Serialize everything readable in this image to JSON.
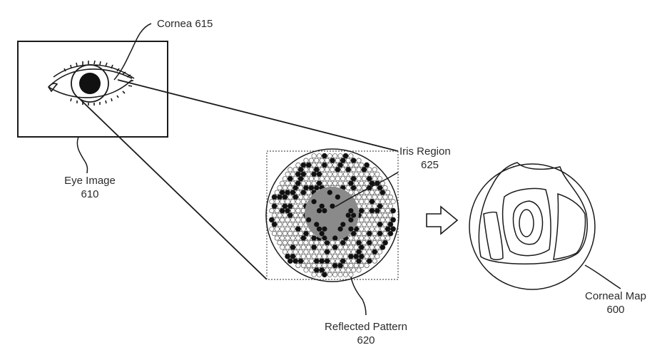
{
  "figure": {
    "labels": {
      "cornea": "Cornea 615",
      "eye_image_name": "Eye Image",
      "eye_image_num": "610",
      "iris_region_name": "Iris Region",
      "iris_region_num": "625",
      "reflected_pattern_name": "Reflected Pattern",
      "reflected_pattern_num": "620",
      "corneal_map_name": "Corneal Map",
      "corneal_map_num": "600"
    },
    "colors": {
      "line": "#1a1a1a",
      "dot_filled": "#111111",
      "dot_empty": "#ffffff",
      "iris_fill": "#8a8a8a",
      "background": "#ffffff"
    }
  }
}
